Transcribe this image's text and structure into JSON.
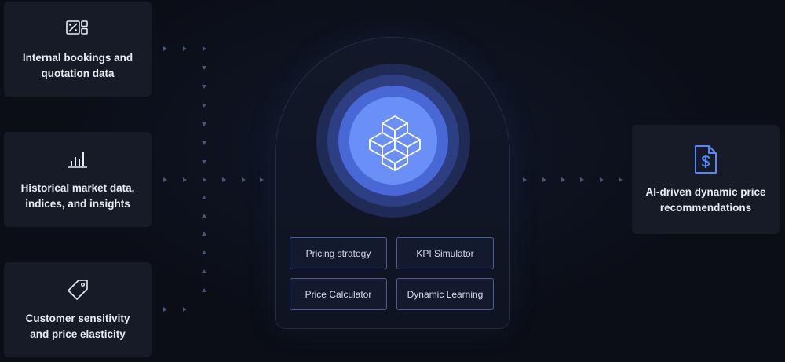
{
  "inputs": [
    {
      "label": "Internal bookings and quotation data",
      "icon": "percent-document-icon"
    },
    {
      "label": "Historical market data, indices, and insights",
      "icon": "bar-chart-icon"
    },
    {
      "label": "Customer sensitivity and price elasticity",
      "icon": "price-tag-icon"
    }
  ],
  "engine": {
    "logo_icon": "isometric-s-logo-icon",
    "modules": [
      "Pricing strategy",
      "KPI Simulator",
      "Price Calculator",
      "Dynamic Learning"
    ]
  },
  "output": {
    "label": "AI-driven dynamic price recommendations",
    "icon": "dollar-document-icon"
  },
  "colors": {
    "background": "#0b0e17",
    "card": "#171b27",
    "accent": "#6a90f8",
    "arrow": "#4a5677",
    "button_border": "#4b5d97",
    "output_icon": "#5b86f5"
  }
}
